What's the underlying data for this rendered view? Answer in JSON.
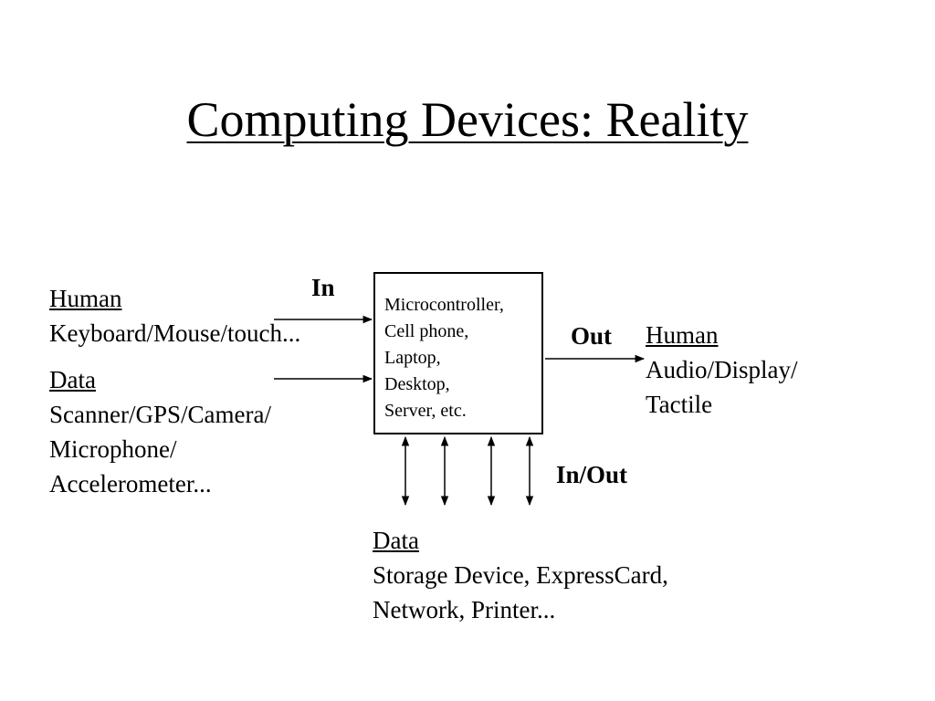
{
  "title": "Computing Devices: Reality",
  "labels": {
    "in": "In",
    "out": "Out",
    "in_out": "In/Out"
  },
  "device": {
    "lines": [
      "Microcontroller,",
      "Cell phone,",
      "Laptop,",
      "Desktop,",
      "Server, etc."
    ]
  },
  "input_human": {
    "heading": "Human",
    "lines": [
      "Keyboard/Mouse/touch..."
    ]
  },
  "input_data": {
    "heading": "Data",
    "lines": [
      "Scanner/GPS/Camera/",
      "Microphone/",
      "Accelerometer..."
    ]
  },
  "output_human": {
    "heading": "Human",
    "lines": [
      "Audio/Display/",
      "Tactile"
    ]
  },
  "io_data": {
    "heading": "Data",
    "lines": [
      "Storage Device, ExpressCard,",
      "Network, Printer..."
    ]
  }
}
